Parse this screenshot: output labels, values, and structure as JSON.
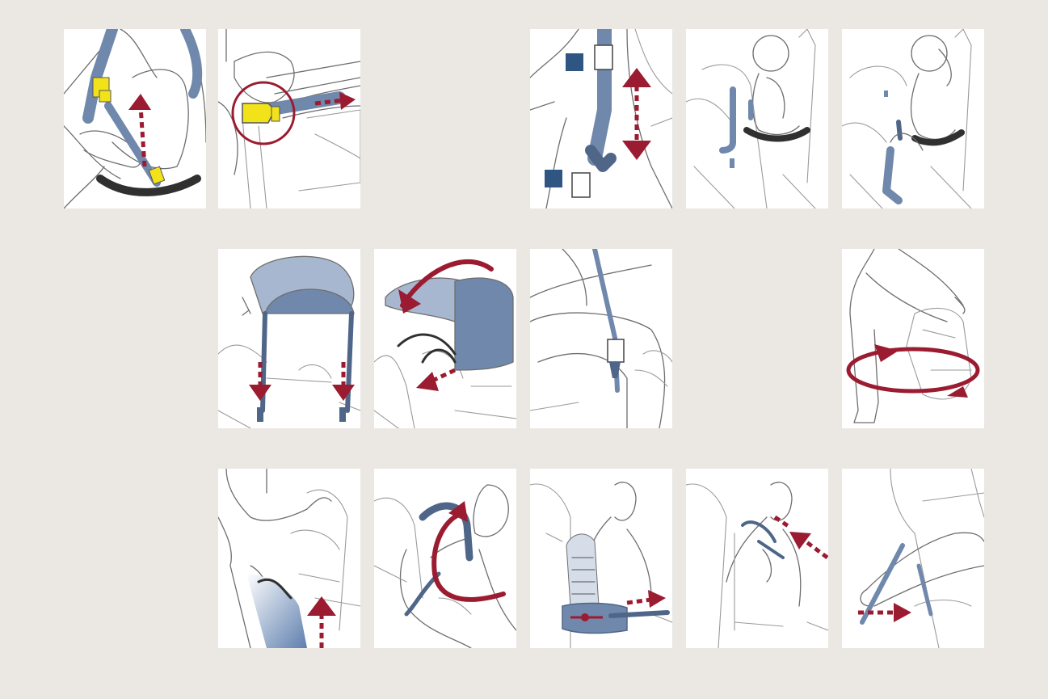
{
  "colors": {
    "background": "#ebe8e3",
    "panel": "#ffffff",
    "line": "#6e6e6e",
    "arrow": "#9b1b30",
    "strap": "#6f88ab",
    "strap_dark": "#4f6688",
    "buckle": "#f2e21a",
    "marker": "#2f5582"
  },
  "panels": [
    {
      "id": "r1c1",
      "icon": "harness-buckle-adjust-icon"
    },
    {
      "id": "r1c2",
      "icon": "buckle-release-icon"
    },
    {
      "id": "r1c4",
      "icon": "strap-length-adjust-icon"
    },
    {
      "id": "r1c5",
      "icon": "child-seated-stirrup-icon"
    },
    {
      "id": "r1c6",
      "icon": "child-stirrup-side-icon"
    },
    {
      "id": "r2c2",
      "icon": "sunshade-attach-icon"
    },
    {
      "id": "r2c3",
      "icon": "sunshade-fold-icon"
    },
    {
      "id": "r2c4",
      "icon": "side-strap-buckle-icon"
    },
    {
      "id": "r2c6",
      "icon": "carrier-rotate-icon"
    },
    {
      "id": "r3c2",
      "icon": "lift-carrier-icon"
    },
    {
      "id": "r3c3",
      "icon": "shoulder-strap-on-icon"
    },
    {
      "id": "r3c4",
      "icon": "hipbelt-tighten-icon"
    },
    {
      "id": "r3c5",
      "icon": "load-lifter-tighten-icon"
    },
    {
      "id": "r3c6",
      "icon": "kickstand-fold-icon"
    }
  ]
}
